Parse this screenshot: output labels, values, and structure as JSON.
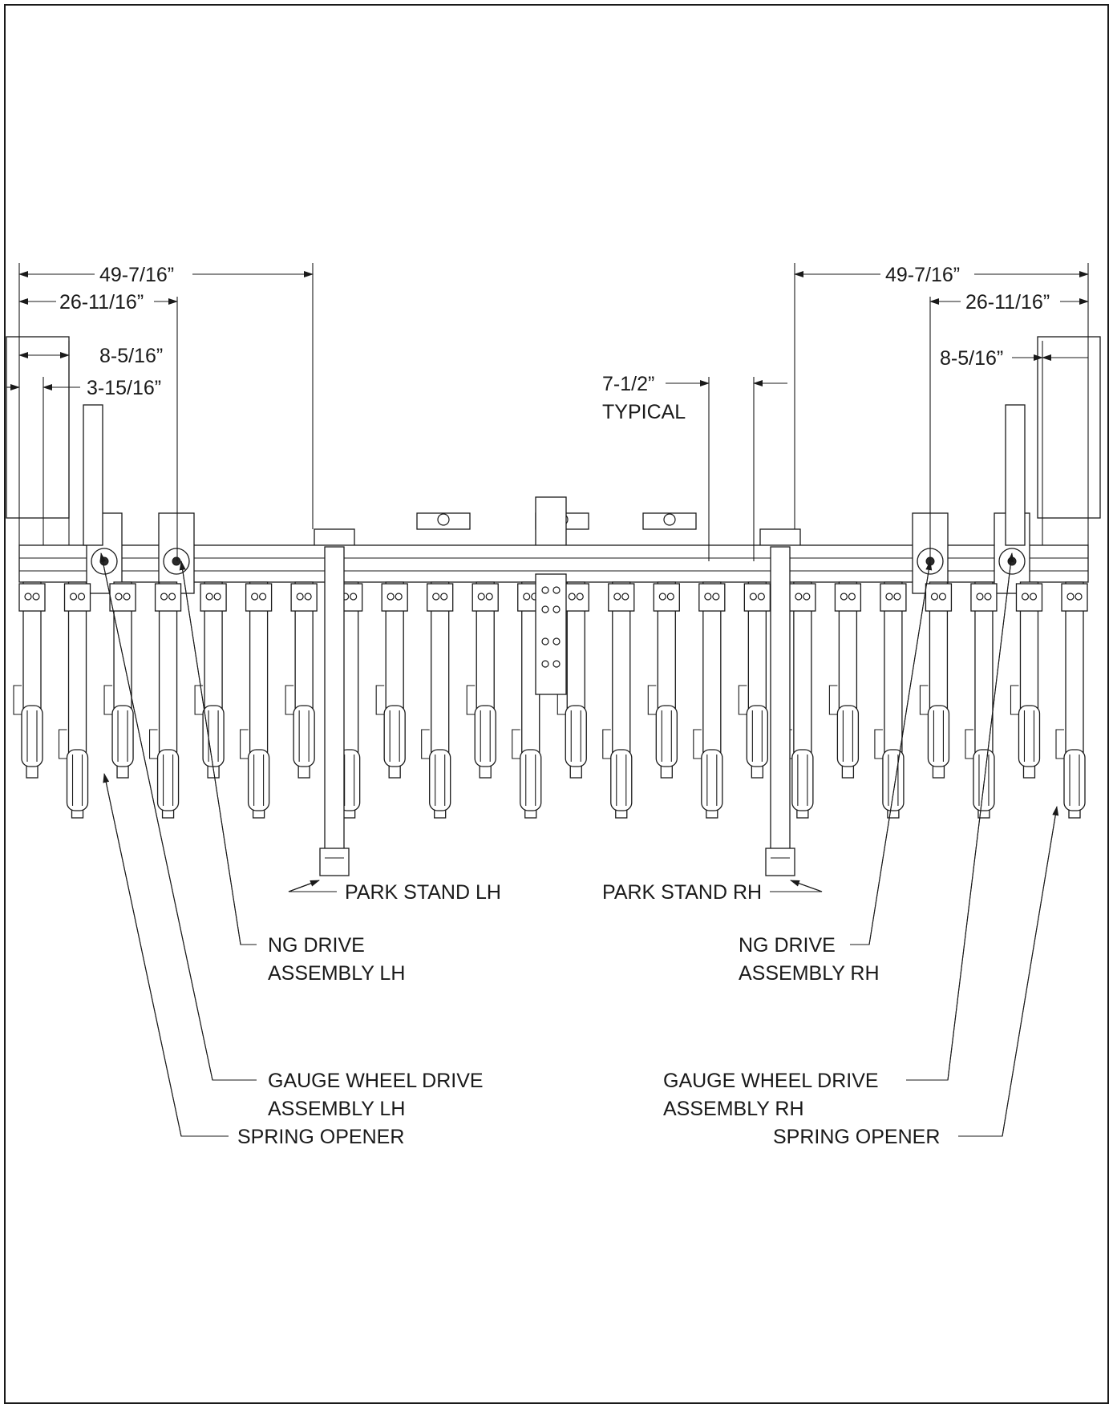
{
  "dimensions": {
    "left": {
      "dim1": "49-7/16”",
      "dim2": "26-11/16”",
      "dim3": "8-5/16”",
      "dim4": "3-15/16”"
    },
    "right": {
      "dim1": "49-7/16”",
      "dim2": "26-11/16”",
      "dim3": "8-5/16”"
    },
    "typical": {
      "line1": "7-1/2”",
      "line2": "TYPICAL"
    }
  },
  "callouts": {
    "park_stand_lh": "PARK STAND LH",
    "park_stand_rh": "PARK STAND RH",
    "ng_drive_lh": {
      "line1": "NG DRIVE",
      "line2": "ASSEMBLY LH"
    },
    "ng_drive_rh": {
      "line1": "NG DRIVE",
      "line2": "ASSEMBLY RH"
    },
    "gauge_wheel_lh": {
      "line1": "GAUGE WHEEL DRIVE",
      "line2": "ASSEMBLY LH"
    },
    "gauge_wheel_rh": {
      "line1": "GAUGE WHEEL DRIVE",
      "line2": "ASSEMBLY RH"
    },
    "spring_opener_lh": "SPRING OPENER",
    "spring_opener_rh": "SPRING OPENER"
  },
  "drawing": {
    "row_units": 24,
    "line_color": "#1a1a1a",
    "background": "#ffffff"
  }
}
